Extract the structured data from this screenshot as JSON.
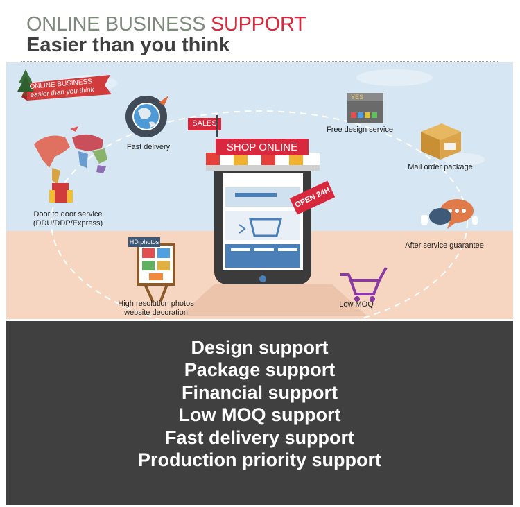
{
  "header": {
    "title_part1": "ONLINE BUSINESS",
    "title_part2": "SUPPORT",
    "subtitle": "Easier than you think"
  },
  "banner": {
    "ribbon_line1": "ONLINE BUSINESS",
    "ribbon_line2": "easier than you think"
  },
  "shop": {
    "sales_tag": "SALES",
    "sign": "SHOP ONLINE",
    "open_tag": "OPEN 24H"
  },
  "hd_photos_tag": "HD photos",
  "yes_card": "YES",
  "services": [
    {
      "name": "fast-delivery",
      "label": "Fast delivery",
      "icon": "globe-rocket-icon"
    },
    {
      "name": "free-design-service",
      "label": "Free design service",
      "icon": "design-card-icon"
    },
    {
      "name": "mail-order-package",
      "label": "Mail order package",
      "icon": "package-box-icon"
    },
    {
      "name": "after-service-guarantee",
      "label": "After service guarantee",
      "icon": "chat-bubbles-icon"
    },
    {
      "name": "low-moq",
      "label": "Low MOQ",
      "icon": "shopping-cart-icon"
    },
    {
      "name": "hd-photos",
      "label_line1": "High resolution photos",
      "label_line2": "website decoration",
      "icon": "photo-easel-icon"
    },
    {
      "name": "door-to-door",
      "label_line1": "Door to door service",
      "label_line2": "(DDU/DDP/Express)",
      "icon": "world-map-icon"
    }
  ],
  "support_list": [
    "Design support",
    "Package support",
    "Financial support",
    "Low MOQ support",
    "Fast delivery support",
    "Production priority support"
  ],
  "colors": {
    "sky": "#d6e6f2",
    "ground": "#f6d6c0",
    "panel": "#404040",
    "accent_red": "#d8283d",
    "title_grey": "#7d8a7c",
    "phone_body": "#3b3b3b",
    "screen_blue": "#4a7fb8"
  }
}
